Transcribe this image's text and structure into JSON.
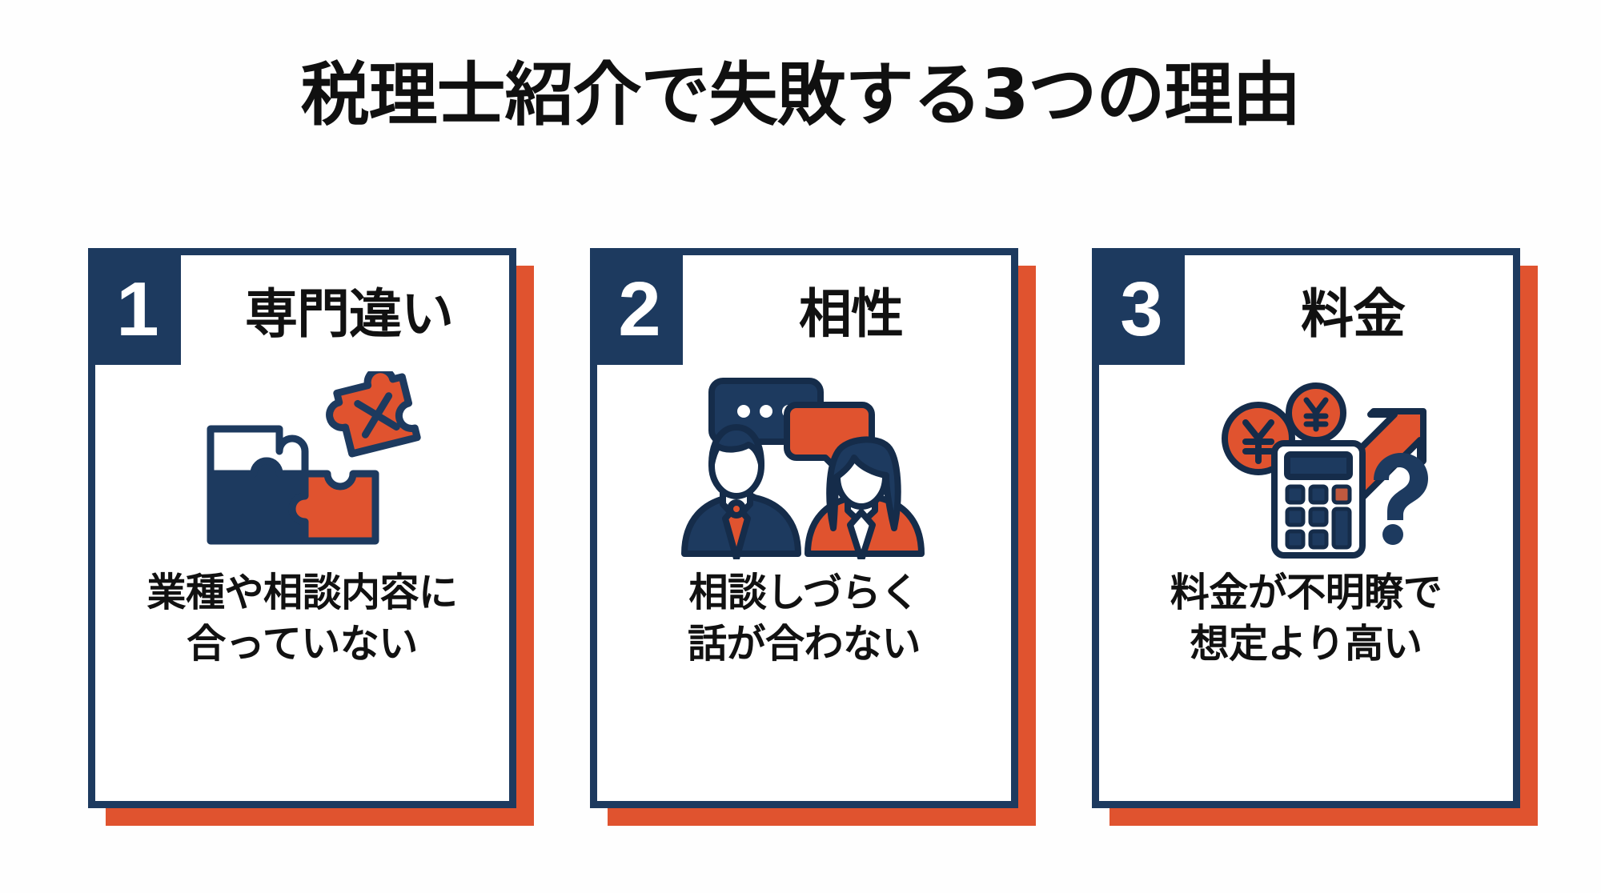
{
  "page": {
    "title": "税理士紹介で失敗する3つの理由",
    "background_color": "#ffffff"
  },
  "theme": {
    "navy": "#1d3a5f",
    "navy_dark": "#152c4a",
    "orange": "#e0532f",
    "text": "#111111",
    "white": "#ffffff"
  },
  "cards": [
    {
      "number": "1",
      "heading": "専門違い",
      "icon_name": "puzzle-mismatch-icon",
      "caption_line1": "業種や相談内容に",
      "caption_line2": "合っていない"
    },
    {
      "number": "2",
      "heading": "相性",
      "icon_name": "two-people-speech-bubbles-icon",
      "caption_line1": "相談しづらく",
      "caption_line2": "話が合わない"
    },
    {
      "number": "3",
      "heading": "料金",
      "icon_name": "calculator-yen-arrow-question-icon",
      "caption_line1": "料金が不明瞭で",
      "caption_line2": "想定より高い"
    }
  ]
}
